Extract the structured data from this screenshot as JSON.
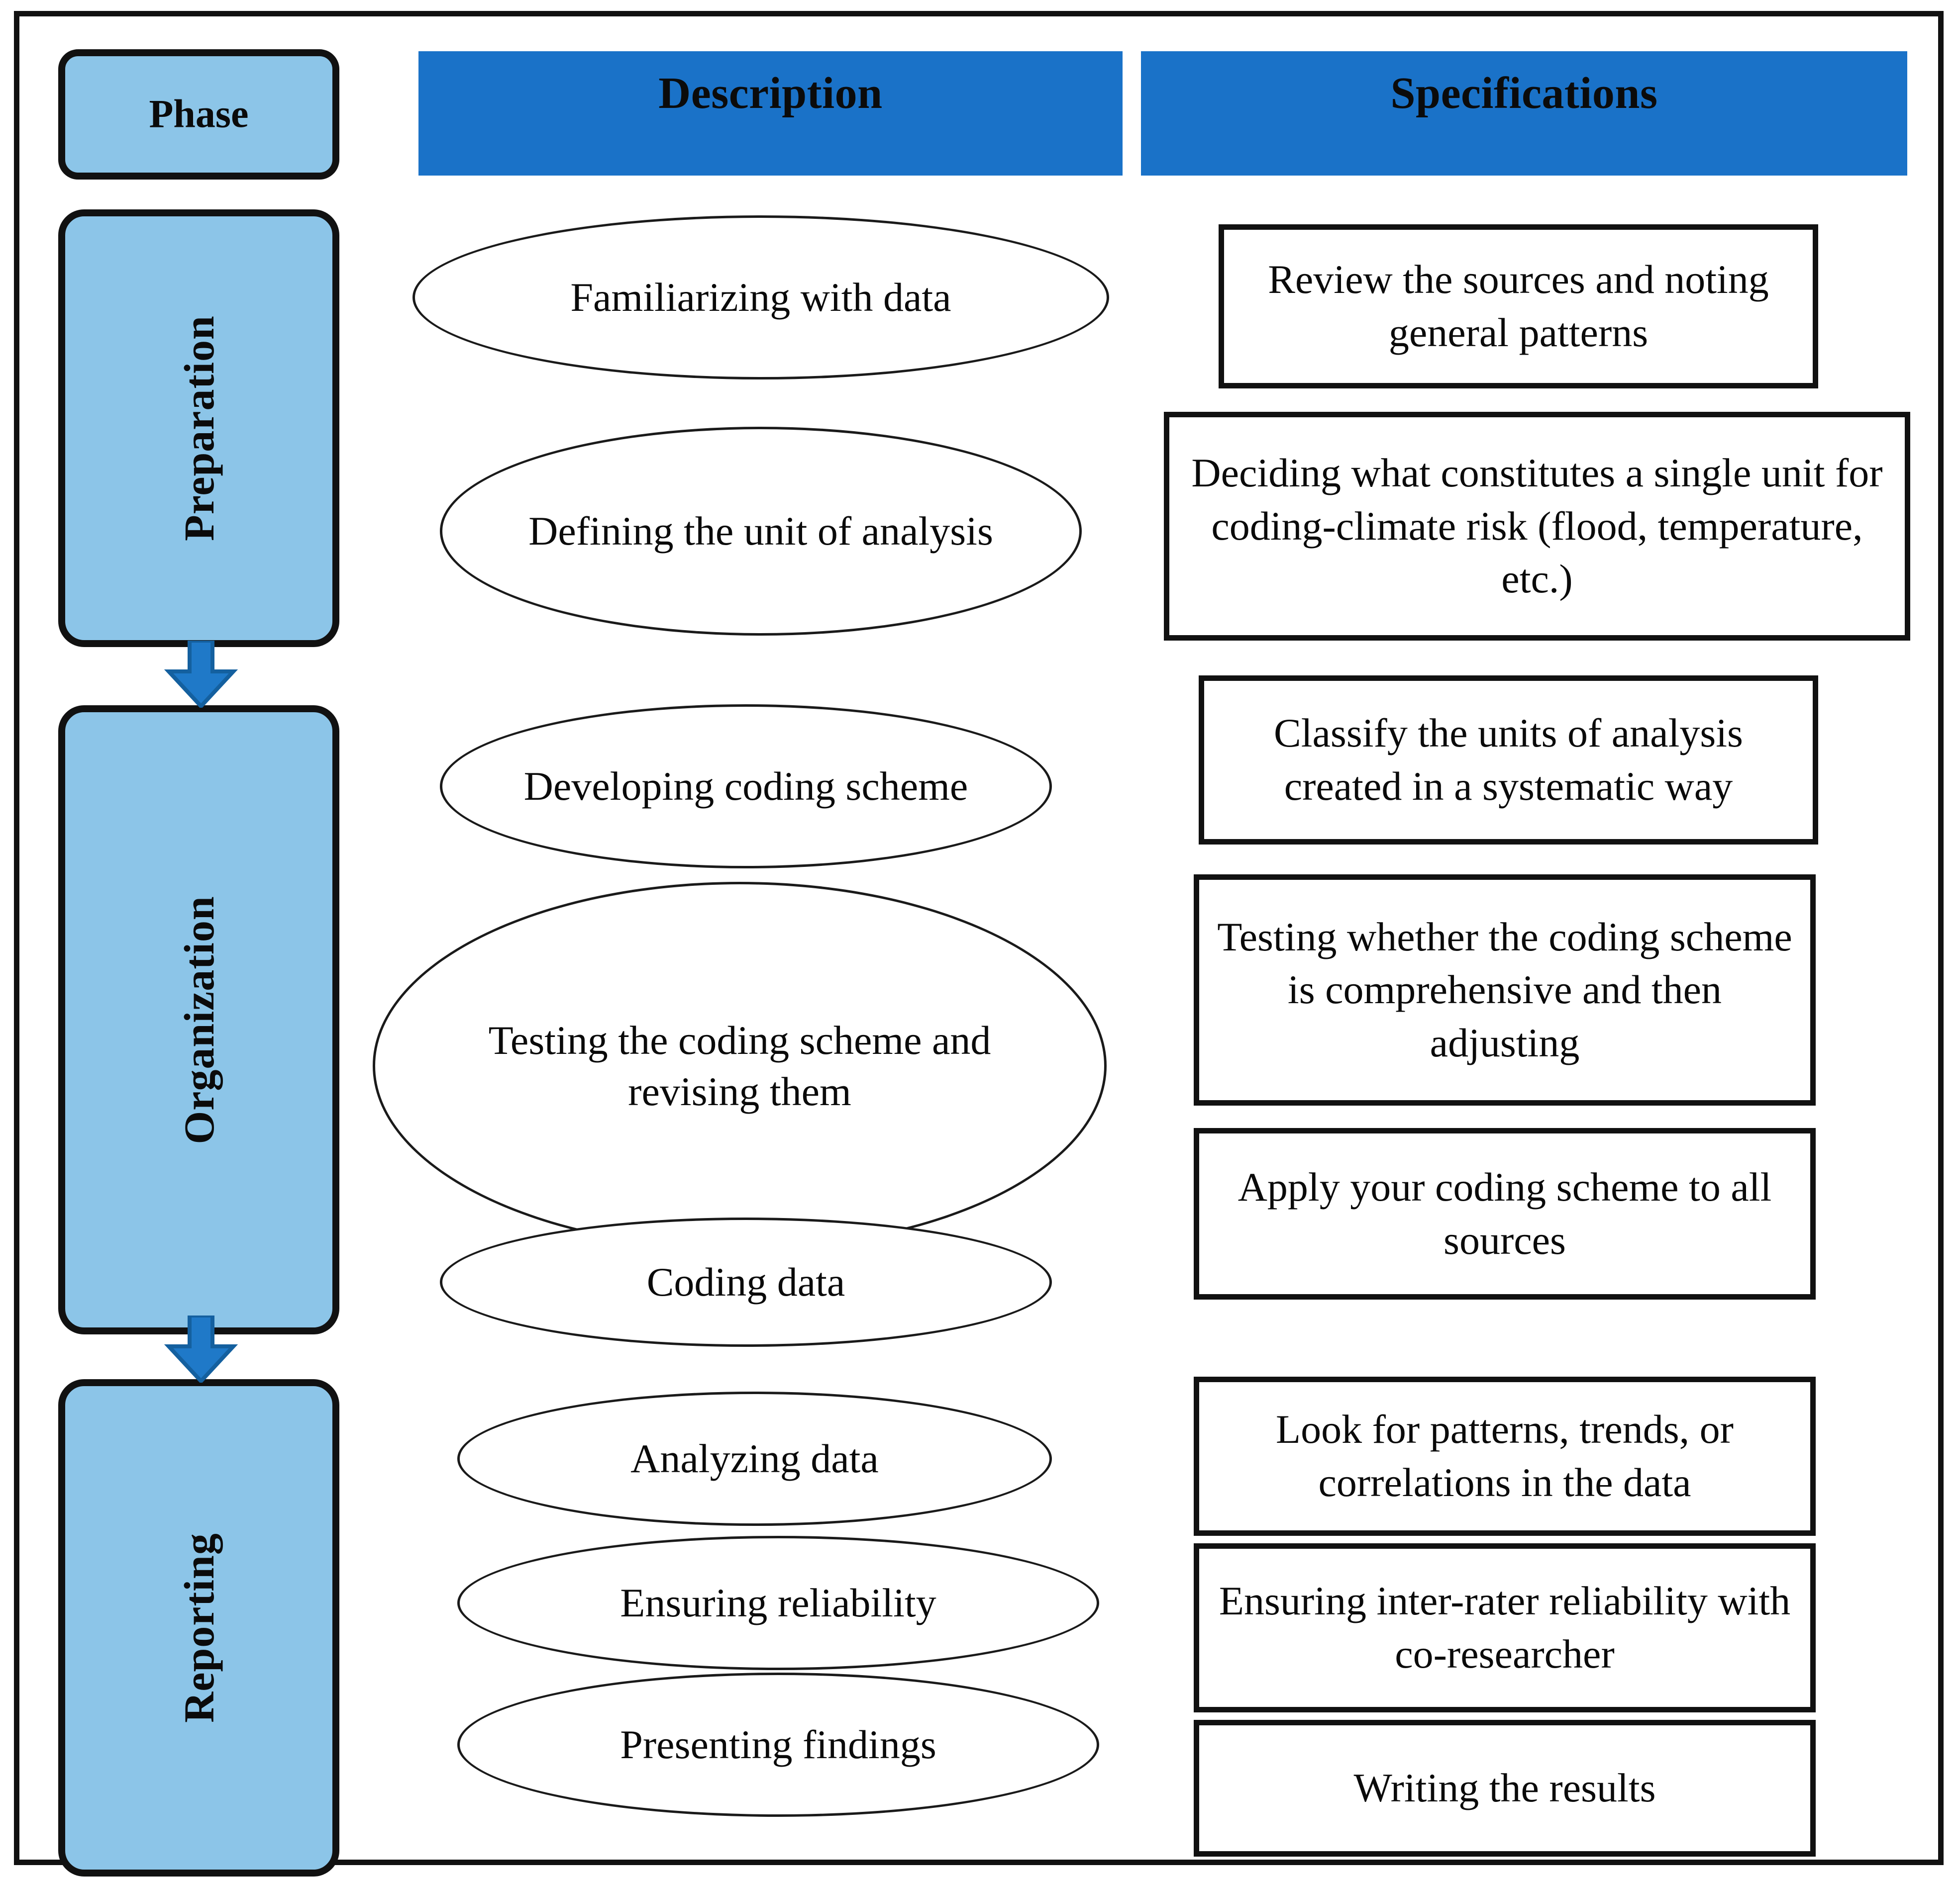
{
  "figure": {
    "headers": {
      "phase": "Phase",
      "description": "Description",
      "specifications": "Specifications"
    },
    "colors": {
      "header_blue": "#1a72c8",
      "phase_light_blue": "#8cc5e8",
      "arrow_blue": "#1f79c8",
      "arrow_outline": "#14609f",
      "outline_black": "#111111",
      "background": "#ffffff"
    },
    "phases": [
      {
        "name": "Preparation"
      },
      {
        "name": "Organization"
      },
      {
        "name": "Reporting"
      }
    ],
    "arrows": [
      {
        "from": "Preparation",
        "to": "Organization",
        "direction": "down"
      },
      {
        "from": "Organization",
        "to": "Reporting",
        "direction": "down"
      }
    ],
    "rows": [
      {
        "phase": "Preparation",
        "description": "Familiarizing with data",
        "specification": "Review the sources and noting general patterns"
      },
      {
        "phase": "Preparation",
        "description": "Defining the unit of analysis",
        "specification": "Deciding what constitutes a single unit for coding-climate risk (flood, temperature, etc.)"
      },
      {
        "phase": "Organization",
        "description": "Developing coding scheme",
        "specification": "Classify the units of analysis created in a systematic way"
      },
      {
        "phase": "Organization",
        "description": "Testing the coding scheme and revising them",
        "specification": "Testing whether the coding scheme is comprehensive and then adjusting"
      },
      {
        "phase": "Organization",
        "description": "Coding data",
        "specification": "Apply your coding scheme to all sources"
      },
      {
        "phase": "Reporting",
        "description": "Analyzing data",
        "specification": "Look for patterns, trends, or correlations in the data"
      },
      {
        "phase": "Reporting",
        "description": "Ensuring reliability",
        "specification": "Ensuring inter-rater reliability with co-researcher"
      },
      {
        "phase": "Reporting",
        "description": "Presenting findings",
        "specification": "Writing the results"
      }
    ]
  }
}
